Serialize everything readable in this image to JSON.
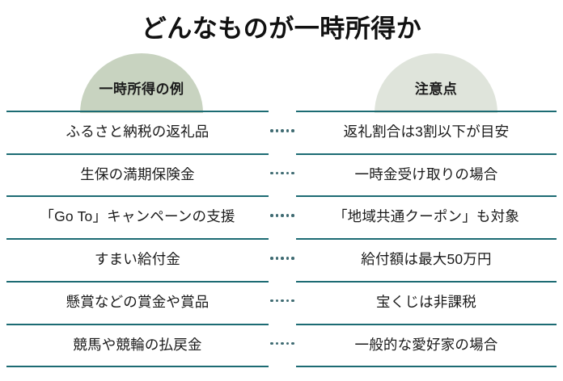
{
  "title": "どんなものが一時所得か",
  "columns": {
    "left_header": "一時所得の例",
    "right_header": "注意点"
  },
  "colors": {
    "dome_left": "#c8d3c0",
    "dome_right": "#dfe4db",
    "rule": "#1c6b73",
    "dot": "#3f6b72",
    "text": "#1a1a1a",
    "background": "#ffffff"
  },
  "connector": {
    "icon": "dotted-connector-icon",
    "dot_count": 5
  },
  "rows": [
    {
      "example": "ふるさと納税の返礼品",
      "note": "返礼割合は3割以下が目安"
    },
    {
      "example": "生保の満期保険金",
      "note": "一時金受け取りの場合"
    },
    {
      "example": "「Go To」キャンペーンの支援",
      "note": "「地域共通クーポン」も対象"
    },
    {
      "example": "すまい給付金",
      "note": "給付額は最大50万円"
    },
    {
      "example": "懸賞などの賞金や賞品",
      "note": "宝くじは非課税"
    },
    {
      "example": "競馬や競輪の払戻金",
      "note": "一般的な愛好家の場合"
    }
  ]
}
